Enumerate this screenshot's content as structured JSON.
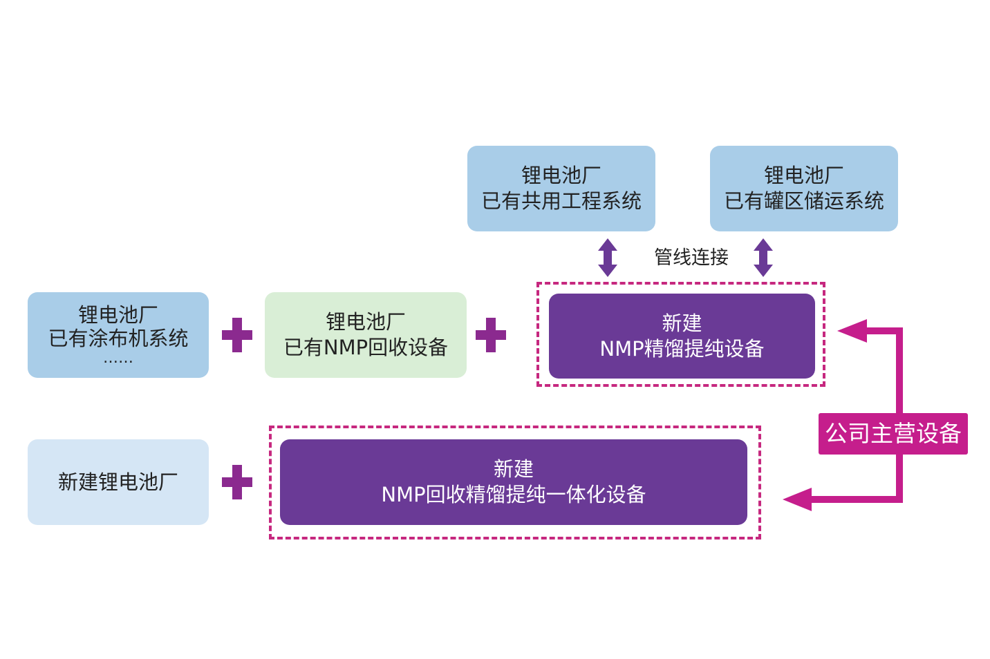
{
  "boxes": {
    "shared_engineering": {
      "line1": "锂电池厂",
      "line2": "已有共用工程系统"
    },
    "tank_storage": {
      "line1": "锂电池厂",
      "line2": "已有罐区储运系统"
    },
    "coating_system": {
      "line1": "锂电池厂",
      "line2": "已有涂布机系统",
      "line3": "……"
    },
    "nmp_recovery": {
      "line1": "锂电池厂",
      "line2": "已有NMP回收设备"
    },
    "new_nmp_purification": {
      "line1": "新建",
      "line2": "NMP精馏提纯设备"
    },
    "new_battery_plant": {
      "line1": "新建锂电池厂"
    },
    "new_integrated": {
      "line1": "新建",
      "line2": "NMP回收精馏提纯一体化设备"
    }
  },
  "connector_label": "管线连接",
  "badge_label": "公司主营设备",
  "colors": {
    "light_blue": "#a9cde8",
    "light_green": "#d9eed6",
    "pale_blue": "#d5e6f5",
    "purple": "#6a3a96",
    "magenta": "#c51e8c",
    "plus": "#8b2a8f"
  }
}
